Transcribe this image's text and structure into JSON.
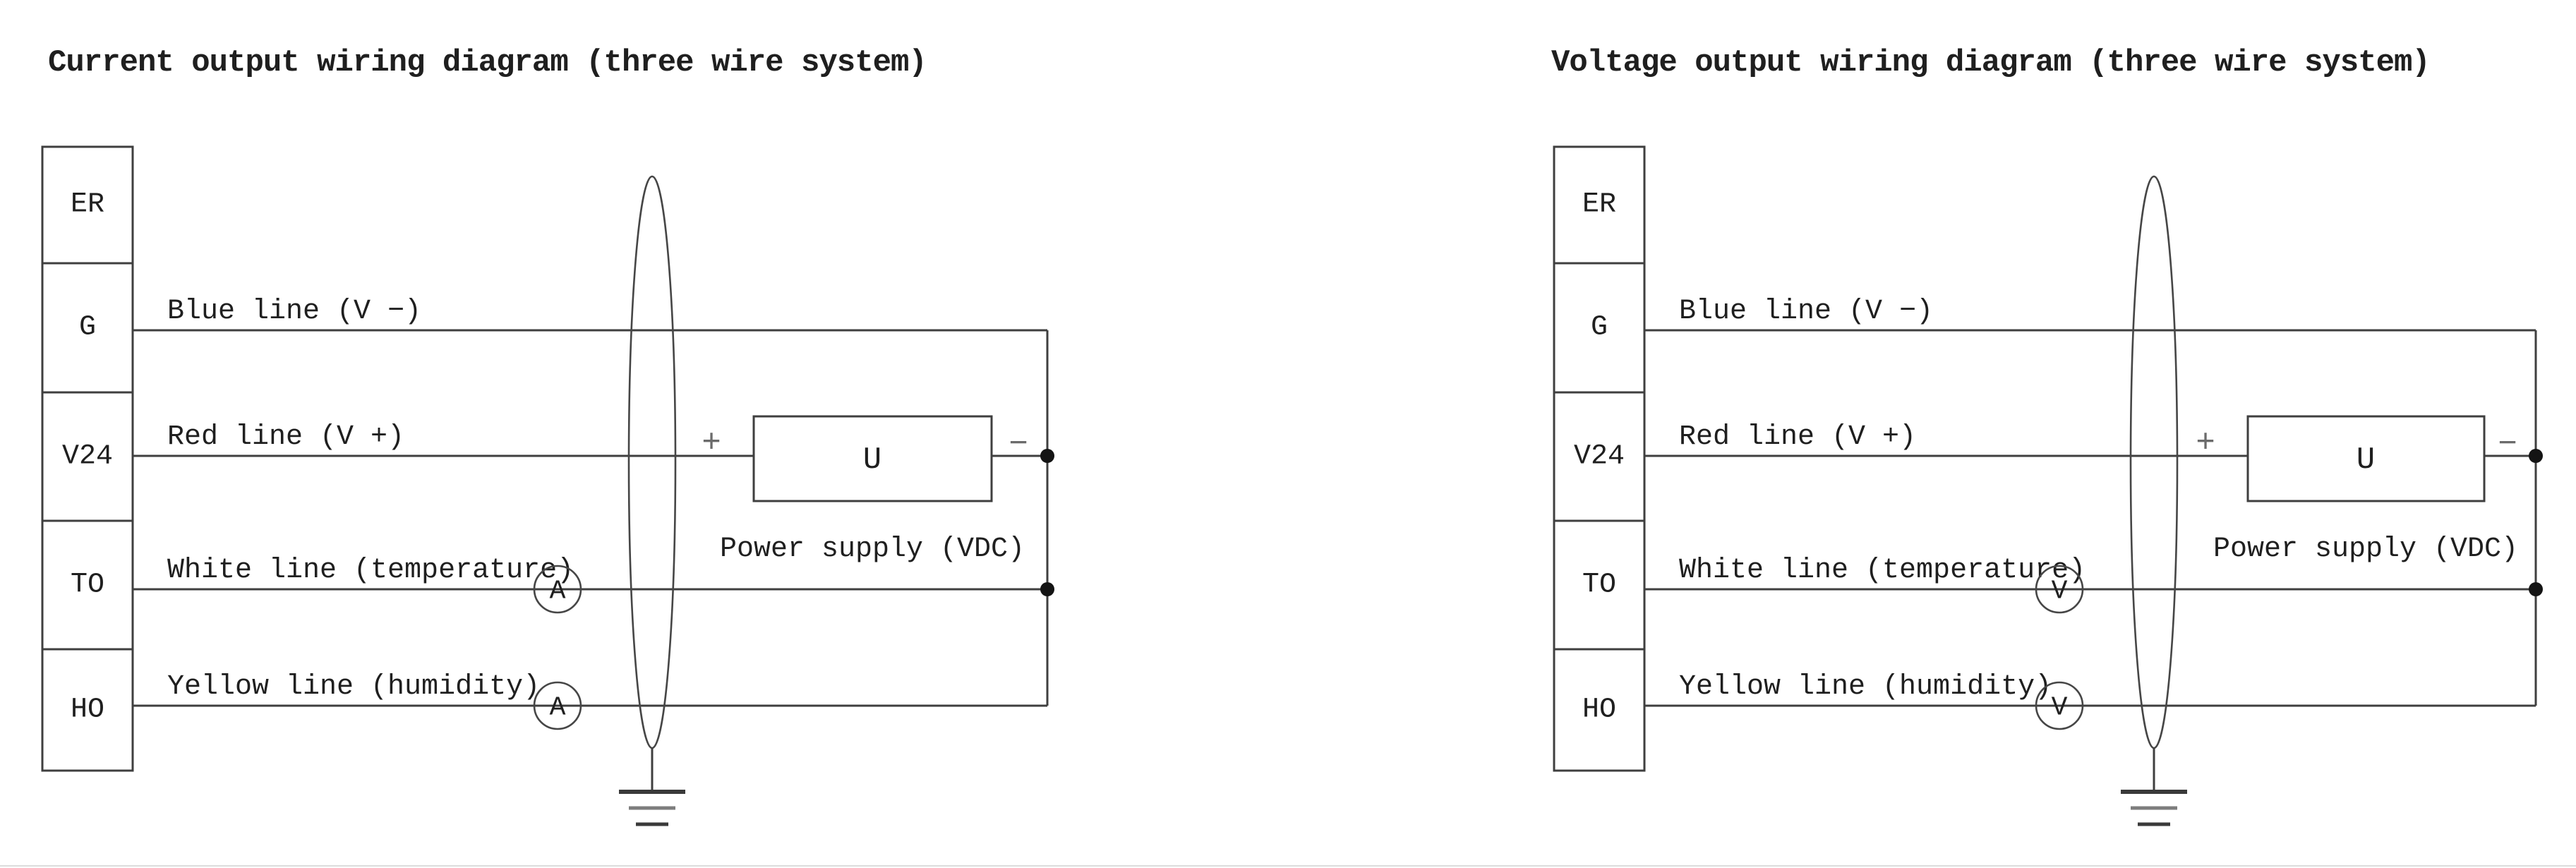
{
  "colors": {
    "background": "#ffffff",
    "line": "#3f3f3f",
    "text": "#1f1f1f",
    "polarity_gray": "#6b6b6b",
    "junction_dot": "#141414",
    "bottom_edge": "#dcdcdc"
  },
  "diagrams": [
    {
      "title": "Current output wiring diagram (three wire system)",
      "terminals": [
        "ER",
        "G",
        "V24",
        "TO",
        "HO"
      ],
      "wires": [
        {
          "label": "Blue line (V −)"
        },
        {
          "label": "Red line (V +)"
        },
        {
          "label": "White line (temperature)"
        },
        {
          "label": "Yellow line (humidity)"
        }
      ],
      "meter_letter": "A",
      "supply_symbol": "U",
      "supply_label": "Power supply (VDC)",
      "polarity_positive": "+",
      "polarity_negative": "−"
    },
    {
      "title": "Voltage output wiring diagram (three wire system)",
      "terminals": [
        "ER",
        "G",
        "V24",
        "TO",
        "HO"
      ],
      "wires": [
        {
          "label": "Blue line (V −)"
        },
        {
          "label": "Red line (V +)"
        },
        {
          "label": "White line (temperature)"
        },
        {
          "label": "Yellow line (humidity)"
        }
      ],
      "meter_letter": "V",
      "supply_symbol": "U",
      "supply_label": "Power supply (VDC)",
      "polarity_positive": "+",
      "polarity_negative": "−"
    }
  ]
}
